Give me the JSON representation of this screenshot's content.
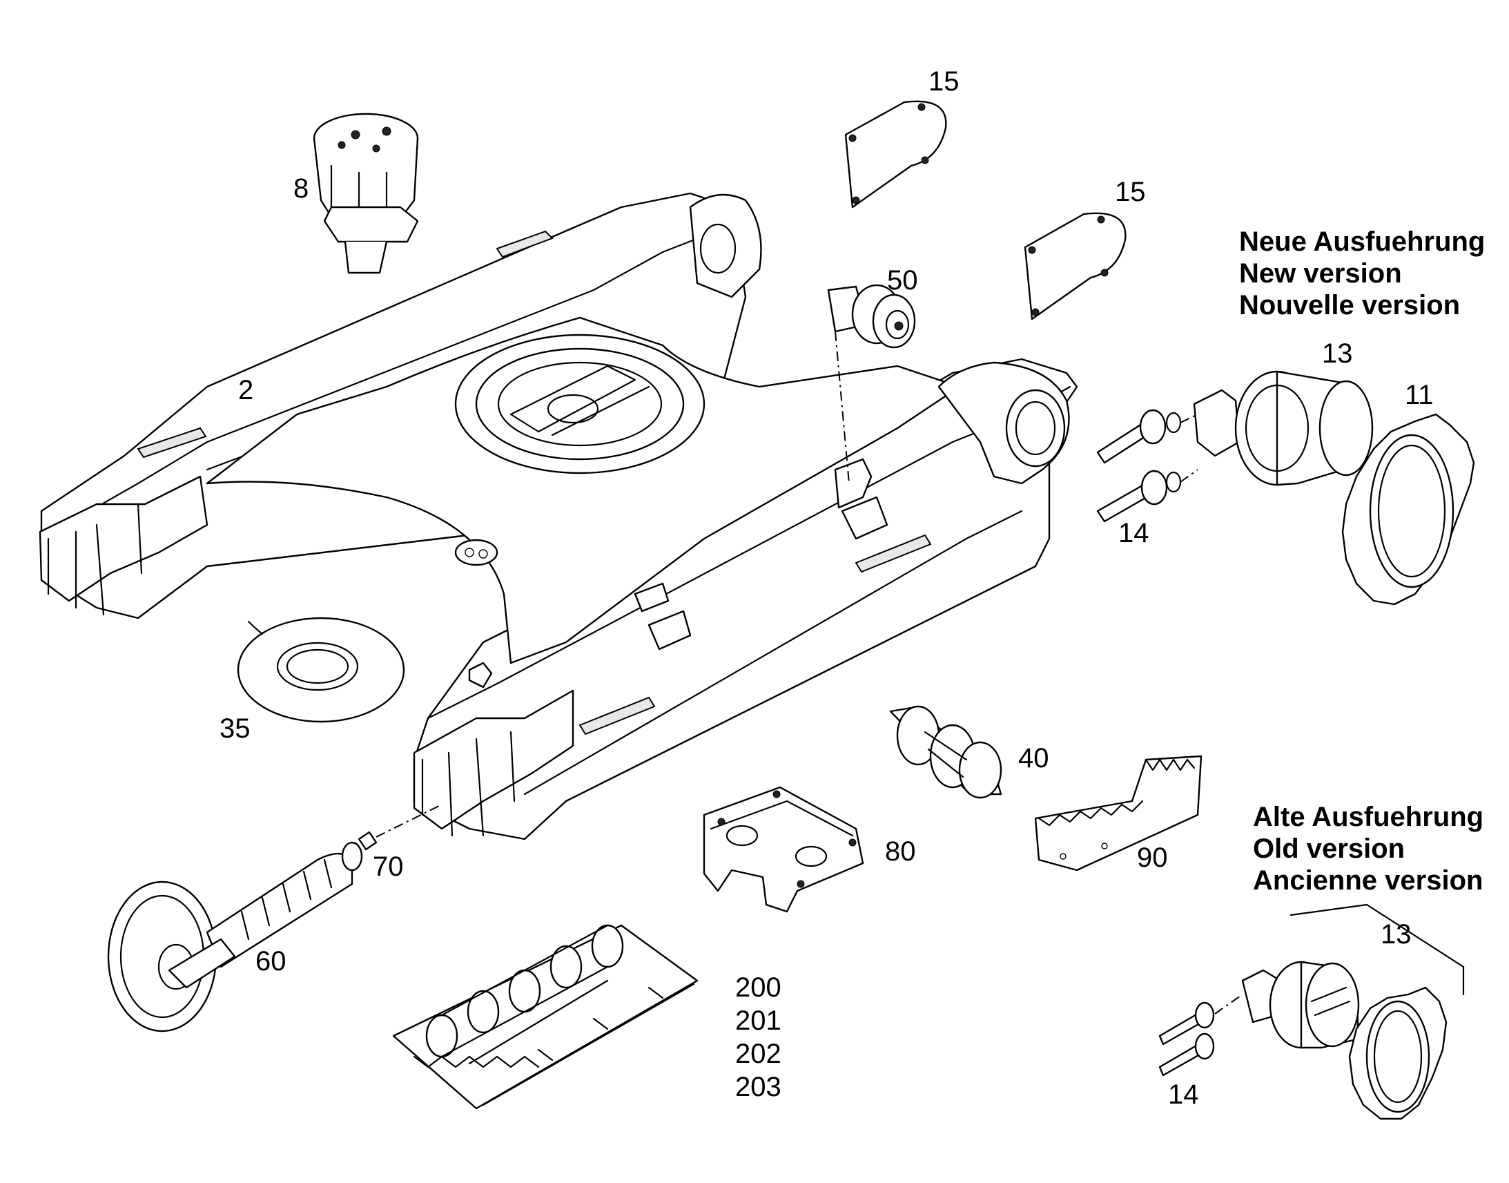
{
  "labels": {
    "p2": "2",
    "p8": "8",
    "p11": "11",
    "p13_new": "13",
    "p13_old": "13",
    "p14_new": "14",
    "p14_old": "14",
    "p15_a": "15",
    "p15_b": "15",
    "p35": "35",
    "p40": "40",
    "p50": "50",
    "p60": "60",
    "p70": "70",
    "p80": "80",
    "p90": "90",
    "p200": "200",
    "p201": "201",
    "p202": "202",
    "p203": "203"
  },
  "new_version": {
    "line_de": "Neue Ausfuehrung",
    "line_en": "New version",
    "line_fr": "Nouvelle version"
  },
  "old_version": {
    "line_de": "Alte Ausfuehrung",
    "line_en": "Old version",
    "line_fr": "Ancienne version"
  }
}
